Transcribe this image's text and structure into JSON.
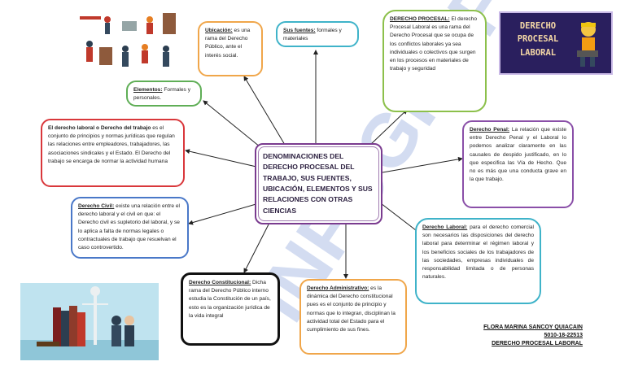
{
  "center": {
    "title": "DENOMINACIONES DEL DERECHO PROCESAL DEL TRABAJO, SUS FUENTES, UBICACIÓN, ELEMENTOS Y SUS RELACIONES CON OTRAS CIENCIAS"
  },
  "nodes": {
    "ubicacion": {
      "title": "Ubicación:",
      "text": " es una rama del Derecho Público, ante el interés social."
    },
    "fuentes": {
      "title": "Sus fuentes:",
      "text": " formales y materiales"
    },
    "procesal": {
      "title": "DERECHO PROCESAL:",
      "text": " El derecho Procesal Laboral es una rama del Derecho Procesal que se ocupa de los conflictos laborales ya sea individuales o colectivos que surgen en los procesos en materiales de trabajo y seguridad"
    },
    "elementos": {
      "title": "Elementos:",
      "text": " Formales y personales."
    },
    "laboral_def": {
      "title": "El derecho laboral o Derecho del trabajo",
      "text": " es el conjunto de principios y normas jurídicas que regulan las relaciones entre empleadores, trabajadores, las asociaciones sindicales y el Estado. El Derecho del trabajo se encarga de normar la actividad humana"
    },
    "penal": {
      "title": "Derecho Penal:",
      "text": " La relación que existe entre Derecho Penal y el Laboral lo podemos analizar claramente en las causales de despido justificado, en lo que especifica las Vía de Hecho. Que no es más que una conducta grave en la que trabajo."
    },
    "civil": {
      "title": "Derecho Civil:",
      "text": " existe una relación entre el derecho laboral y el civil en que: el Derecho civil es supletorio del laboral, y se lo aplica a falta de normas legales o contractuales de trabajo que resuelvan el caso controvertido."
    },
    "laboral": {
      "title": "Derecho Laboral:",
      "text": " para el derecho comercial son necesarios las disposiciones del derecho laboral para determinar el régimen laboral y los beneficios sociales de los trabajadores de las sociedades, empresas individuales de responsabilidad limitada o de personas naturales."
    },
    "constitucional": {
      "title": "Derecho Constitucional:",
      "text": " Dicha rama del Derecho Público interno estudia la Constitución de un país, esto es la organización jurídica de la vida integral"
    },
    "administrativo": {
      "title": "Derecho Administrativo:",
      "text": " es la dinámica del Derecho constitucional pues es el conjunto de principio y normas que lo integran, disciplinan la actividad total del Estado para el cumplimiento de sus fines."
    }
  },
  "watermark": "INFOGRAFÍA",
  "banner": {
    "text": "DERECHO PROCESAL LABORAL"
  },
  "author": {
    "name": "FLORA MARINA SANCOY QUIACAIN",
    "id": "5010-18-22513",
    "course": "DERECHO PROCESAL LABORAL"
  },
  "colors": {
    "ubicacion": "#f0a64a",
    "fuentes": "#3fb3c9",
    "procesal": "#8cc04b",
    "elementos": "#5fae56",
    "laboral_def": "#d9373b",
    "penal": "#8a4fa8",
    "civil": "#4a78c8",
    "laboral": "#3fb3c9",
    "constitucional": "#111111",
    "administrativo": "#f0a64a",
    "center": "#7a3b8f"
  }
}
